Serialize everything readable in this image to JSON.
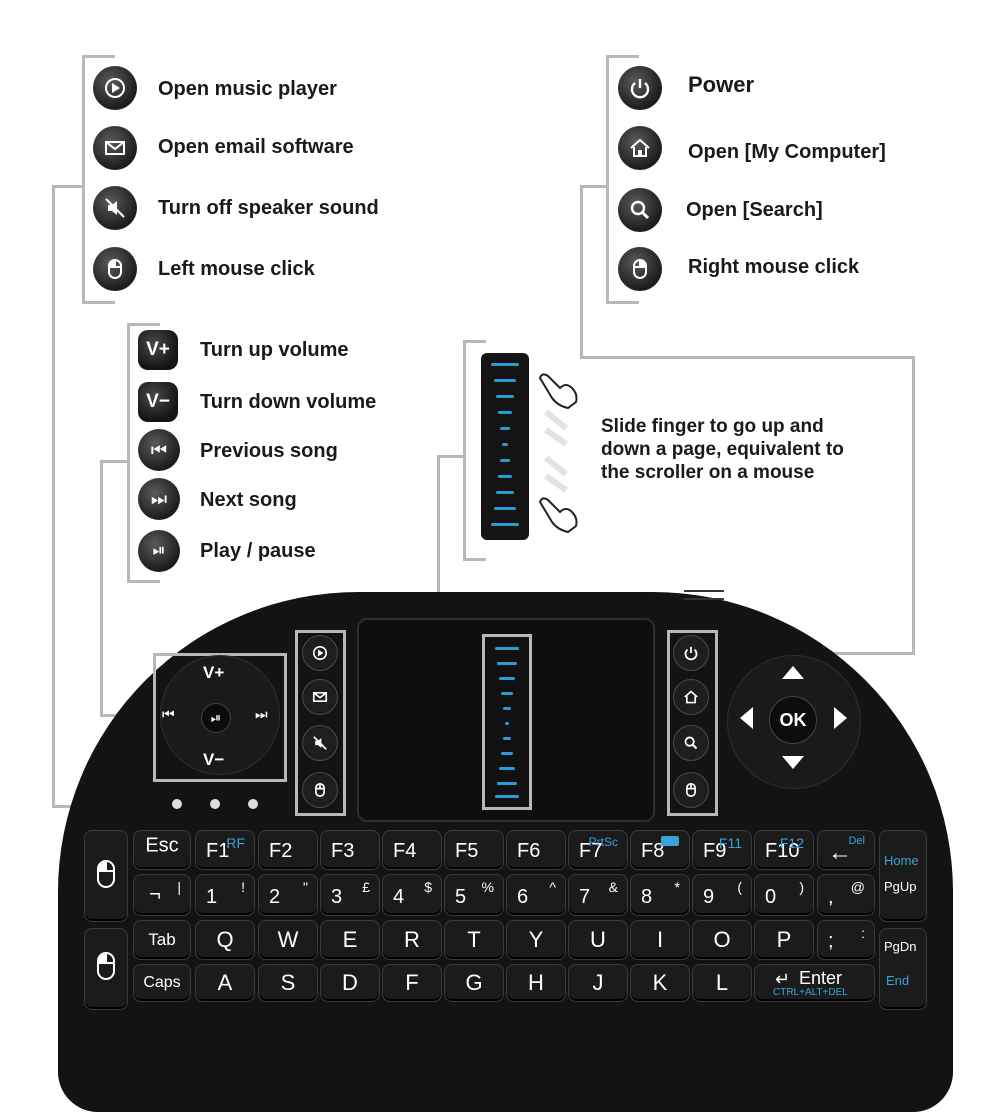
{
  "top_left_group": [
    {
      "icon": "music-player-icon",
      "label": "Open music player"
    },
    {
      "icon": "email-icon",
      "label": "Open email software"
    },
    {
      "icon": "mute-icon",
      "label": "Turn off speaker sound"
    },
    {
      "icon": "left-mouse-icon",
      "label": "Left mouse click"
    }
  ],
  "top_right_group": [
    {
      "icon": "power-icon",
      "label": "Power"
    },
    {
      "icon": "home-icon",
      "label": "Open [My Computer]"
    },
    {
      "icon": "search-icon",
      "label": "Open [Search]"
    },
    {
      "icon": "right-mouse-icon",
      "label": "Right mouse click"
    }
  ],
  "media_group": [
    {
      "icon": "volume-up-icon",
      "glyph": "V+",
      "label": "Turn up volume"
    },
    {
      "icon": "volume-down-icon",
      "glyph": "V−",
      "label": "Turn down volume"
    },
    {
      "icon": "previous-song-icon",
      "glyph": "⏮",
      "label": "Previous song"
    },
    {
      "icon": "next-song-icon",
      "glyph": "⏭",
      "label": "Next song"
    },
    {
      "icon": "play-pause-icon",
      "glyph": "⏯",
      "label": "Play / pause"
    }
  ],
  "scroller_note": {
    "line1": "Slide finger to go up and",
    "line2": "down a page, equivalent to",
    "line3": "the scroller on a mouse"
  },
  "dpad_left": {
    "vplus": "V+",
    "vminus": "V−",
    "prev": "⏮",
    "play": "⏯",
    "next": "⏭"
  },
  "dpad_right": {
    "ok": "OK"
  },
  "keys": {
    "row_f": [
      {
        "main": "Esc",
        "top": ""
      },
      {
        "main": "F1",
        "top": "RF"
      },
      {
        "main": "F2",
        "top": ""
      },
      {
        "main": "F3",
        "top": ""
      },
      {
        "main": "F4",
        "top": ""
      },
      {
        "main": "F5",
        "top": ""
      },
      {
        "main": "F6",
        "top": ""
      },
      {
        "main": "F7",
        "top": "PrtSc"
      },
      {
        "main": "F8",
        "top": ""
      },
      {
        "main": "F9",
        "top": "F11"
      },
      {
        "main": "F10",
        "top": "F12"
      },
      {
        "main": "←",
        "top": "Del"
      }
    ],
    "row_num": [
      {
        "main": "¬",
        "top": "|"
      },
      {
        "main": "1",
        "top": "!"
      },
      {
        "main": "2",
        "top": "\""
      },
      {
        "main": "3",
        "top": "£"
      },
      {
        "main": "4",
        "top": "$"
      },
      {
        "main": "5",
        "top": "%"
      },
      {
        "main": "6",
        "top": "^"
      },
      {
        "main": "7",
        "top": "&"
      },
      {
        "main": "8",
        "top": "*"
      },
      {
        "main": "9",
        "top": "("
      },
      {
        "main": "0",
        "top": ")"
      },
      {
        "main": ",",
        "top": "@"
      }
    ],
    "row_q": [
      {
        "main": "Tab",
        "top": ""
      },
      {
        "main": "Q",
        "top": ""
      },
      {
        "main": "W",
        "top": ""
      },
      {
        "main": "E",
        "top": ""
      },
      {
        "main": "R",
        "top": ""
      },
      {
        "main": "T",
        "top": ""
      },
      {
        "main": "Y",
        "top": ""
      },
      {
        "main": "U",
        "top": ""
      },
      {
        "main": "I",
        "top": ""
      },
      {
        "main": "O",
        "top": ""
      },
      {
        "main": "P",
        "top": ""
      },
      {
        "main": ";",
        "top": ":"
      }
    ],
    "row_a": [
      {
        "main": "Caps",
        "top": ""
      },
      {
        "main": "A",
        "top": ""
      },
      {
        "main": "S",
        "top": ""
      },
      {
        "main": "D",
        "top": ""
      },
      {
        "main": "F",
        "top": ""
      },
      {
        "main": "G",
        "top": ""
      },
      {
        "main": "H",
        "top": ""
      },
      {
        "main": "J",
        "top": ""
      },
      {
        "main": "K",
        "top": ""
      },
      {
        "main": "L",
        "top": ""
      }
    ],
    "enter": {
      "main": "Enter",
      "sub": "CTRL+ALT+DEL"
    },
    "side_right": [
      {
        "main": "PgUp",
        "top": "Home"
      },
      {
        "main": "PgDn",
        "top": "End"
      }
    ]
  }
}
